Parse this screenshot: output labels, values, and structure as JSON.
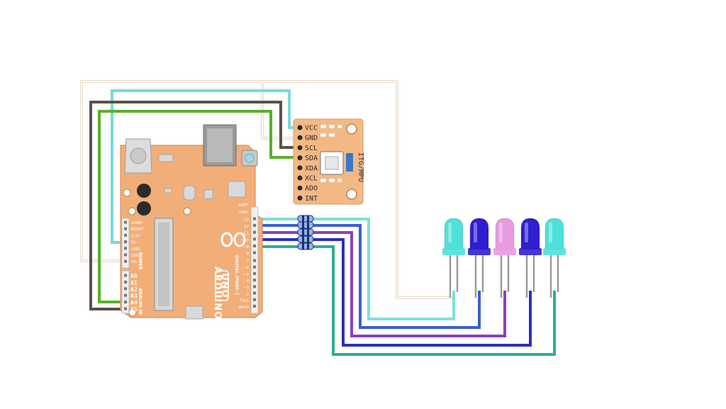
{
  "arduino": {
    "brand": "ARDUINO",
    "model": "UNO",
    "aref_label": "AREF",
    "gnd_top_label": "GND",
    "digital_header": "DIGITAL (PWM~)",
    "power_header": "POWER",
    "analog_header": "ANALOG IN",
    "power_pins": [
      "IOREF",
      "RESET",
      "3.3V",
      "5V",
      "GND",
      "GND",
      "Vin"
    ],
    "analog_pins": [
      "A0",
      "A1",
      "A2",
      "A3",
      "A4",
      "A5"
    ],
    "digital_pins": [
      "13",
      "12",
      "~11",
      "~10",
      "~9",
      "8",
      "7",
      "~6",
      "~5",
      "4",
      "~3",
      "2",
      "TX▸1",
      "RX◂0"
    ]
  },
  "imu": {
    "name": "ITG/MPU",
    "pins": [
      "VCC",
      "GND",
      "SCL",
      "SDA",
      "XDA",
      "XCL",
      "ADO",
      "INT"
    ]
  },
  "leds": [
    {
      "color": "#4fe0dc"
    },
    {
      "color": "#2f1fcf"
    },
    {
      "color": "#e79ae0"
    },
    {
      "color": "#2f1fcf"
    },
    {
      "color": "#4fe0dc"
    }
  ],
  "wire_colors": {
    "vcc": "#78d9dd",
    "gnd": "#5e5148",
    "sda": "#58b028",
    "outline": "#e8dccb",
    "w13": "#7fe0d8",
    "w12": "#3b5fd0",
    "w11": "#8e3fc0",
    "w10": "#2b2fc0",
    "w9": "#2fae94"
  }
}
